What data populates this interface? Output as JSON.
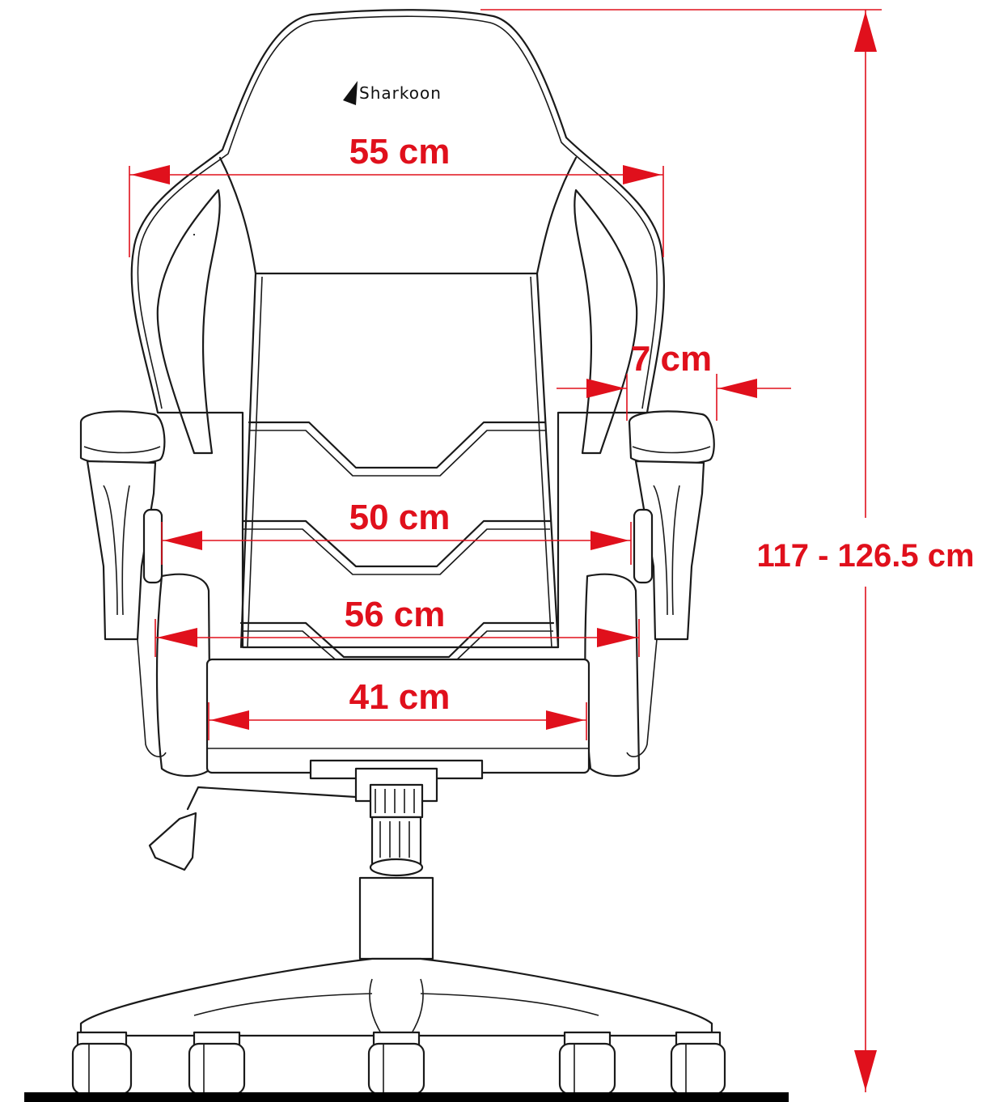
{
  "brand": {
    "logo_text": "Sharkoon"
  },
  "dimensions": {
    "backrest_width": "55 cm",
    "armrest_width": "7 cm",
    "inner_width": "50 cm",
    "between_armrests": "56 cm",
    "seat_width": "41 cm",
    "total_height": "117 - 126.5 cm"
  },
  "colors": {
    "dimension": "#e0101c",
    "line": "#1a1a1a",
    "floor": "#000000"
  }
}
